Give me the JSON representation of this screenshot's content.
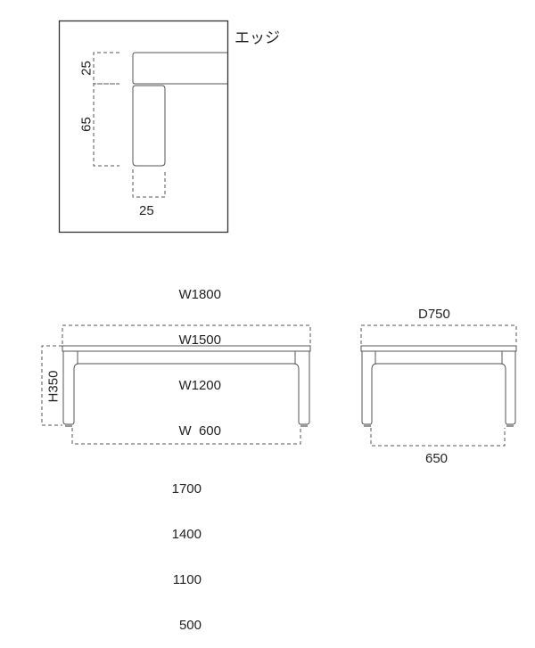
{
  "detail": {
    "title": "エッジ",
    "top_rail_height": "25",
    "apron_height": "65",
    "leg_width": "25"
  },
  "front_view": {
    "widths": [
      "W1800",
      "W1500",
      "W1200",
      "W  600"
    ],
    "height": "H350",
    "inner_widths": [
      "1700",
      "1400",
      "1100",
      "500"
    ]
  },
  "side_view": {
    "depth": "D750",
    "inner_depth": "650"
  },
  "colors": {
    "line": "#4a4a4a",
    "dash": "#555555",
    "text": "#231f20"
  }
}
